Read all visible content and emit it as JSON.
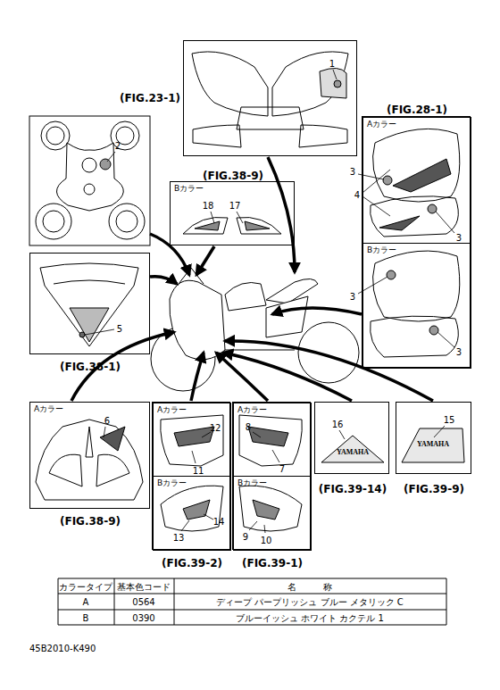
{
  "diagram": {
    "nodes": [
      {
        "text": [
          "(FIG.23-1)"
        ]
      },
      {
        "text": [
          "(FIG.38-9)",
          "Bカラー"
        ]
      },
      {
        "text": [
          "(FIG.28-1)"
        ]
      },
      {
        "text": [
          "Aカラー"
        ],
        "in": 2
      },
      {
        "text": [
          "Bカラー"
        ],
        "in": 2
      },
      {
        "text": [
          "(FIG.38-1)"
        ]
      },
      {
        "text": [
          "Aカラー",
          "(FIG.38-9)"
        ]
      },
      {
        "text": [
          "(FIG.39-2)"
        ]
      },
      {
        "text": [
          "Aカラー"
        ],
        "in": 7
      },
      {
        "text": [
          "Bカラー"
        ],
        "in": 7
      },
      {
        "text": [
          "(FIG.39-1)"
        ]
      },
      {
        "text": [
          "Aカラー"
        ],
        "in": 10
      },
      {
        "text": [
          "Bカラー"
        ],
        "in": 10
      },
      {
        "text": [
          "(FIG.39-14)"
        ]
      },
      {
        "text": [
          "(FIG.39-9)"
        ]
      }
    ],
    "labels": [
      "1",
      "2",
      "18",
      "17",
      "3",
      "4",
      "3",
      "3",
      "3",
      "5",
      "6",
      "12",
      "11",
      "8",
      "7",
      "16",
      "15",
      "13",
      "14",
      "9",
      "10",
      "YAMAHA",
      "YAMAHA",
      "カラータイプ",
      "基本色コード",
      "名　　　称",
      "A",
      "0564",
      "ディープ パープリッシュ ブルー メタリック C",
      "B",
      "0390",
      "ブルーイッシュ ホワイト カクテル 1",
      "45B2010-K490"
    ]
  }
}
